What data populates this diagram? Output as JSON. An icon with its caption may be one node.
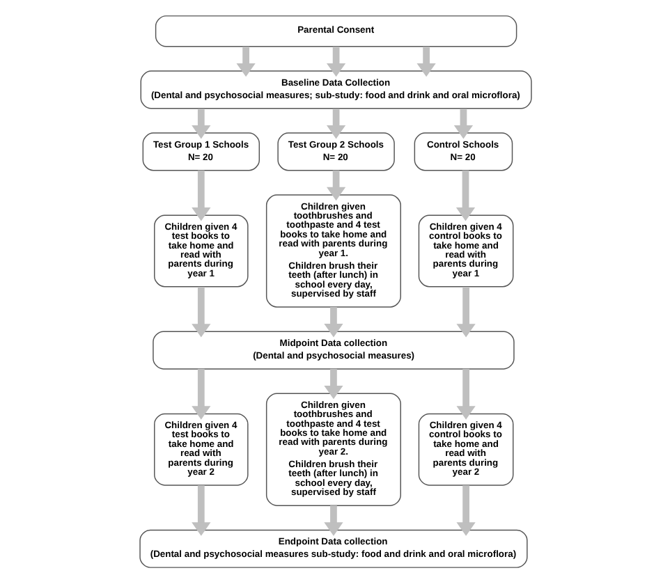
{
  "diagram": {
    "nodes": [
      {
        "text": [
          "Parental Consent"
        ]
      },
      {
        "text": [
          "Baseline Data Collection",
          "(Dental and psychosocial measures; sub-study: food and drink and oral microflora)"
        ]
      },
      {
        "text": [
          "Test Group 1 Schools",
          "N= 20"
        ]
      },
      {
        "text": [
          "Test Group 2 Schools",
          "N= 20"
        ]
      },
      {
        "text": [
          "Control Schools",
          "N= 20"
        ]
      },
      {
        "text": [
          "Children given 4 test books to take home and read with parents during year 1"
        ]
      },
      {
        "text": [
          "Children given toothbrushes and toothpaste and 4 test books to take home and read with parents during year 1.",
          "Children brush their teeth (after lunch) in school every day, supervised by staff"
        ]
      },
      {
        "text": [
          "Children given 4 control books to take home and read with parents during year 1"
        ]
      },
      {
        "text": [
          "Midpoint Data collection",
          "(Dental and psychosocial measures)"
        ]
      },
      {
        "text": [
          "Children given 4 test books to take home and read with parents during year 2"
        ]
      },
      {
        "text": [
          "Children given toothbrushes and toothpaste and 4 test books to take home and read with parents during year 2.",
          "Children brush their teeth (after lunch) in school every day, supervised by staff"
        ]
      },
      {
        "text": [
          "Children given 4 control books to take home and read with parents during year 2"
        ]
      },
      {
        "text": [
          "Endpoint Data collection",
          "(Dental and psychosocial measures sub-study: food and drink and oral microflora)"
        ]
      }
    ],
    "edges": [
      {
        "from": 0,
        "to": 1,
        "arrow": "to"
      },
      {
        "from": 0,
        "to": 1,
        "arrow": "to"
      },
      {
        "from": 0,
        "to": 1,
        "arrow": "to"
      },
      {
        "from": 1,
        "to": 2,
        "arrow": "to"
      },
      {
        "from": 1,
        "to": 3,
        "arrow": "to"
      },
      {
        "from": 1,
        "to": 4,
        "arrow": "to"
      },
      {
        "from": 2,
        "to": 5,
        "arrow": "to"
      },
      {
        "from": 3,
        "to": 6,
        "arrow": "to"
      },
      {
        "from": 4,
        "to": 7,
        "arrow": "to"
      },
      {
        "from": 5,
        "to": 8,
        "arrow": "to"
      },
      {
        "from": 6,
        "to": 8,
        "arrow": "to"
      },
      {
        "from": 7,
        "to": 8,
        "arrow": "to"
      },
      {
        "from": 8,
        "to": 9,
        "arrow": "to"
      },
      {
        "from": 8,
        "to": 10,
        "arrow": "to"
      },
      {
        "from": 8,
        "to": 11,
        "arrow": "to"
      },
      {
        "from": 9,
        "to": 12,
        "arrow": "to"
      },
      {
        "from": 10,
        "to": 12,
        "arrow": "to"
      },
      {
        "from": 11,
        "to": 12,
        "arrow": "to"
      }
    ]
  }
}
